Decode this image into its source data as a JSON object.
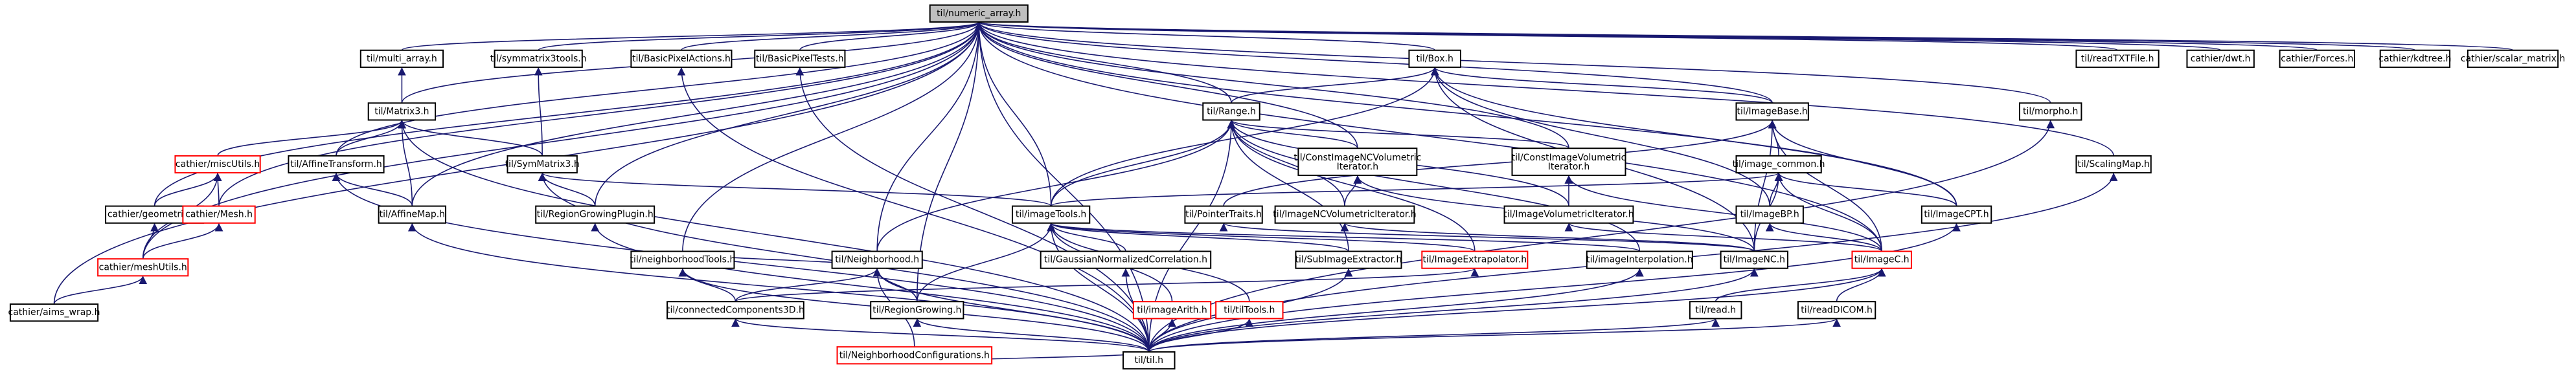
{
  "diagram": {
    "nodes": [
      {
        "id": "numeric_array",
        "label": "til/numeric_array.h"
      },
      {
        "id": "multi_array",
        "label": "til/multi_array.h"
      },
      {
        "id": "Matrix3",
        "label": "til/Matrix3.h"
      },
      {
        "id": "symmatrix3tools",
        "label": "til/symmatrix3tools.h"
      },
      {
        "id": "SymMatrix3",
        "label": "til/SymMatrix3.h"
      },
      {
        "id": "miscUtils",
        "label": "cathier/miscUtils.h",
        "link": "red"
      },
      {
        "id": "AffineTransform",
        "label": "til/AffineTransform.h"
      },
      {
        "id": "geometrics",
        "label": "cathier/geometrics.h"
      },
      {
        "id": "Mesh",
        "label": "cathier/Mesh.h",
        "link": "red"
      },
      {
        "id": "AffineMap",
        "label": "til/AffineMap.h"
      },
      {
        "id": "meshUtils",
        "label": "cathier/meshUtils.h",
        "link": "red"
      },
      {
        "id": "aims_wrap",
        "label": "cathier/aims_wrap.h"
      },
      {
        "id": "BasicPixelActions",
        "label": "til/BasicPixelActions.h"
      },
      {
        "id": "BasicPixelTests",
        "label": "til/BasicPixelTests.h"
      },
      {
        "id": "RegionGrowingPlugin",
        "label": "til/RegionGrowingPlugin.h"
      },
      {
        "id": "Box",
        "label": "til/Box.h"
      },
      {
        "id": "Range",
        "label": "til/Range.h"
      },
      {
        "id": "ConstImageNCVolumetricIterator",
        "label": "til/ConstImageNCVolumetric Iterator.h"
      },
      {
        "id": "ConstImageVolumetricIterator",
        "label": "til/ConstImageVolumetric Iterator.h"
      },
      {
        "id": "ImageBase",
        "label": "til/ImageBase.h"
      },
      {
        "id": "image_common",
        "label": "til/image_common.h"
      },
      {
        "id": "PointerTraits",
        "label": "til/PointerTraits.h"
      },
      {
        "id": "ImageNCVolumetricIterator",
        "label": "til/ImageNCVolumetricIterator.h"
      },
      {
        "id": "ImageVolumetricIterator",
        "label": "til/ImageVolumetricIterator.h"
      },
      {
        "id": "ImageBP",
        "label": "til/ImageBP.h"
      },
      {
        "id": "ImageCPT",
        "label": "til/ImageCPT.h"
      },
      {
        "id": "Neighborhood",
        "label": "til/Neighborhood.h"
      },
      {
        "id": "imageTools",
        "label": "til/imageTools.h"
      },
      {
        "id": "neighborhoodTools",
        "label": "til/neighborhoodTools.h"
      },
      {
        "id": "RegionGrowing",
        "label": "til/RegionGrowing.h"
      },
      {
        "id": "GaussianNormalizedCorrelation",
        "label": "til/GaussianNormalizedCorrelation.h"
      },
      {
        "id": "SubImageExtractor",
        "label": "til/SubImageExtractor.h"
      },
      {
        "id": "ImageExtrapolator",
        "label": "til/ImageExtrapolator.h",
        "link": "red"
      },
      {
        "id": "imageInterpolation",
        "label": "til/imageInterpolation.h"
      },
      {
        "id": "ImageNC",
        "label": "til/ImageNC.h"
      },
      {
        "id": "ImageC",
        "label": "til/ImageC.h",
        "link": "red"
      },
      {
        "id": "connectedComponents3D",
        "label": "til/connectedComponents3D.h"
      },
      {
        "id": "NeighborhoodConfigurations",
        "label": "til/NeighborhoodConfigurations.h",
        "link": "red"
      },
      {
        "id": "imageArith",
        "label": "til/imageArith.h",
        "link": "red"
      },
      {
        "id": "tilTools",
        "label": "til/tilTools.h",
        "link": "red"
      },
      {
        "id": "read",
        "label": "til/read.h"
      },
      {
        "id": "readDICOM",
        "label": "til/readDICOM.h"
      },
      {
        "id": "til",
        "label": "til/til.h"
      },
      {
        "id": "morpho",
        "label": "til/morpho.h"
      },
      {
        "id": "ScalingMap",
        "label": "til/ScalingMap.h"
      },
      {
        "id": "readTXTFile",
        "label": "til/readTXTFile.h"
      },
      {
        "id": "dwt",
        "label": "cathier/dwt.h"
      },
      {
        "id": "Forces",
        "label": "cathier/Forces.h"
      },
      {
        "id": "kdtree",
        "label": "cathier/kdtree.h"
      },
      {
        "id": "scalar_matrix",
        "label": "cathier/scalar_matrix.h"
      }
    ],
    "edges": [
      [
        "numeric_array",
        "multi_array"
      ],
      [
        "numeric_array",
        "Matrix3"
      ],
      [
        "numeric_array",
        "symmatrix3tools"
      ],
      [
        "numeric_array",
        "AffineTransform"
      ],
      [
        "numeric_array",
        "geometrics"
      ],
      [
        "numeric_array",
        "Mesh"
      ],
      [
        "numeric_array",
        "meshUtils"
      ],
      [
        "numeric_array",
        "aims_wrap"
      ],
      [
        "numeric_array",
        "AffineMap"
      ],
      [
        "numeric_array",
        "BasicPixelActions"
      ],
      [
        "numeric_array",
        "BasicPixelTests"
      ],
      [
        "numeric_array",
        "RegionGrowingPlugin"
      ],
      [
        "numeric_array",
        "Box"
      ],
      [
        "numeric_array",
        "Range"
      ],
      [
        "numeric_array",
        "ConstImageNCVolumetricIterator"
      ],
      [
        "numeric_array",
        "ConstImageVolumetricIterator"
      ],
      [
        "numeric_array",
        "ImageBase"
      ],
      [
        "numeric_array",
        "Neighborhood"
      ],
      [
        "numeric_array",
        "imageTools"
      ],
      [
        "numeric_array",
        "neighborhoodTools"
      ],
      [
        "numeric_array",
        "RegionGrowing"
      ],
      [
        "numeric_array",
        "ImageCPT"
      ],
      [
        "numeric_array",
        "ImageC"
      ],
      [
        "numeric_array",
        "morpho"
      ],
      [
        "numeric_array",
        "ScalingMap"
      ],
      [
        "numeric_array",
        "readTXTFile"
      ],
      [
        "numeric_array",
        "dwt"
      ],
      [
        "numeric_array",
        "Forces"
      ],
      [
        "numeric_array",
        "kdtree"
      ],
      [
        "numeric_array",
        "scalar_matrix"
      ],
      [
        "numeric_array",
        "til"
      ],
      [
        "multi_array",
        "Matrix3"
      ],
      [
        "Matrix3",
        "miscUtils"
      ],
      [
        "Matrix3",
        "AffineTransform"
      ],
      [
        "Matrix3",
        "SymMatrix3"
      ],
      [
        "Matrix3",
        "AffineMap"
      ],
      [
        "Matrix3",
        "til"
      ],
      [
        "symmatrix3tools",
        "SymMatrix3"
      ],
      [
        "SymMatrix3",
        "imageTools"
      ],
      [
        "SymMatrix3",
        "RegionGrowingPlugin"
      ],
      [
        "SymMatrix3",
        "til"
      ],
      [
        "miscUtils",
        "geometrics"
      ],
      [
        "miscUtils",
        "Mesh"
      ],
      [
        "miscUtils",
        "meshUtils"
      ],
      [
        "geometrics",
        "meshUtils"
      ],
      [
        "Mesh",
        "meshUtils"
      ],
      [
        "meshUtils",
        "aims_wrap"
      ],
      [
        "AffineTransform",
        "AffineMap"
      ],
      [
        "AffineTransform",
        "til"
      ],
      [
        "AffineMap",
        "til"
      ],
      [
        "BasicPixelActions",
        "til"
      ],
      [
        "BasicPixelTests",
        "til"
      ],
      [
        "RegionGrowingPlugin",
        "til"
      ],
      [
        "Box",
        "Range"
      ],
      [
        "Box",
        "ImageBase"
      ],
      [
        "Box",
        "ImageCPT"
      ],
      [
        "Box",
        "ImageBP"
      ],
      [
        "Box",
        "ImageNC"
      ],
      [
        "Box",
        "imageTools"
      ],
      [
        "Range",
        "ConstImageNCVolumetricIterator"
      ],
      [
        "Range",
        "ConstImageVolumetricIterator"
      ],
      [
        "Range",
        "ImageNCVolumetricIterator"
      ],
      [
        "Range",
        "ImageVolumetricIterator"
      ],
      [
        "Range",
        "Neighborhood"
      ],
      [
        "Range",
        "imageTools"
      ],
      [
        "Range",
        "SubImageExtractor"
      ],
      [
        "Range",
        "ImageExtrapolator"
      ],
      [
        "Range",
        "imageInterpolation"
      ],
      [
        "Range",
        "til"
      ],
      [
        "ConstImageNCVolumetricIterator",
        "ImageNCVolumetricIterator"
      ],
      [
        "ConstImageNCVolumetricIterator",
        "ImageNC"
      ],
      [
        "ConstImageVolumetricIterator",
        "ImageVolumetricIterator"
      ],
      [
        "ConstImageVolumetricIterator",
        "ImageC"
      ],
      [
        "ImageBase",
        "PointerTraits"
      ],
      [
        "ImageBase",
        "image_common"
      ],
      [
        "ImageBase",
        "ImageCPT"
      ],
      [
        "ImageBase",
        "ImageNC"
      ],
      [
        "ImageBase",
        "ImageC"
      ],
      [
        "image_common",
        "imageTools"
      ],
      [
        "image_common",
        "ImageBP"
      ],
      [
        "image_common",
        "ImageCPT"
      ],
      [
        "image_common",
        "ImageNC"
      ],
      [
        "image_common",
        "ImageC"
      ],
      [
        "PointerTraits",
        "ImageNC"
      ],
      [
        "ImageNCVolumetricIterator",
        "ImageNC"
      ],
      [
        "ImageVolumetricIterator",
        "ImageC"
      ],
      [
        "Neighborhood",
        "neighborhoodTools"
      ],
      [
        "Neighborhood",
        "RegionGrowing"
      ],
      [
        "Neighborhood",
        "connectedComponents3D"
      ],
      [
        "Neighborhood",
        "NeighborhoodConfigurations"
      ],
      [
        "Neighborhood",
        "til"
      ],
      [
        "imageTools",
        "RegionGrowing"
      ],
      [
        "imageTools",
        "GaussianNormalizedCorrelation"
      ],
      [
        "imageTools",
        "SubImageExtractor"
      ],
      [
        "imageTools",
        "ImageExtrapolator"
      ],
      [
        "imageTools",
        "imageInterpolation"
      ],
      [
        "imageTools",
        "imageArith"
      ],
      [
        "imageTools",
        "tilTools"
      ],
      [
        "imageTools",
        "til"
      ],
      [
        "neighborhoodTools",
        "connectedComponents3D"
      ],
      [
        "neighborhoodTools",
        "til"
      ],
      [
        "RegionGrowing",
        "til"
      ],
      [
        "GaussianNormalizedCorrelation",
        "til"
      ],
      [
        "SubImageExtractor",
        "til"
      ],
      [
        "ImageExtrapolator",
        "connectedComponents3D"
      ],
      [
        "imageInterpolation",
        "til"
      ],
      [
        "ImageNC",
        "til"
      ],
      [
        "ImageC",
        "read"
      ],
      [
        "ImageC",
        "readDICOM"
      ],
      [
        "ImageC",
        "til"
      ],
      [
        "ImageCPT",
        "til"
      ],
      [
        "ImageBP",
        "ImageC"
      ],
      [
        "connectedComponents3D",
        "til"
      ],
      [
        "NeighborhoodConfigurations",
        "til"
      ],
      [
        "imageArith",
        "til"
      ],
      [
        "tilTools",
        "til"
      ],
      [
        "read",
        "til"
      ],
      [
        "readDICOM",
        "til"
      ],
      [
        "morpho",
        "til"
      ],
      [
        "ScalingMap",
        "til"
      ]
    ]
  }
}
